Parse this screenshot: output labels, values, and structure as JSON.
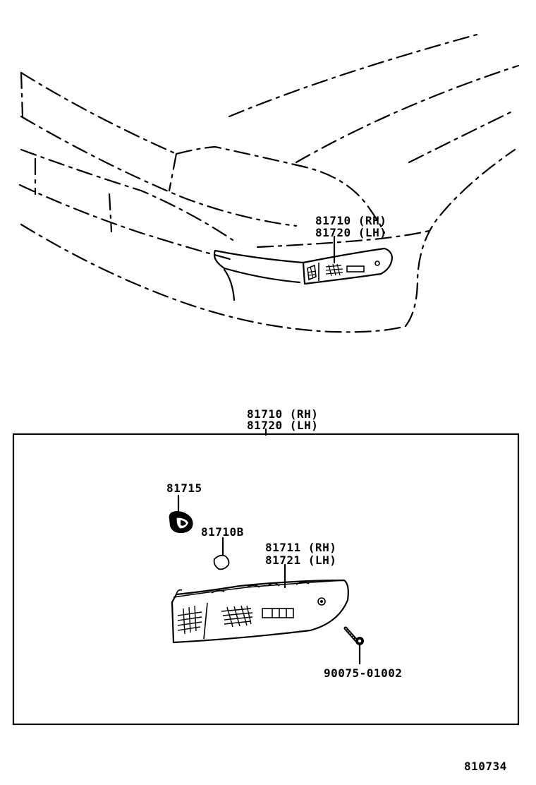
{
  "top_view": {
    "callout_rh": "81710 (RH)",
    "callout_lh": "81720 (LH)"
  },
  "assembly": {
    "header_rh": "81710 (RH)",
    "header_lh": "81720 (LH)",
    "parts": {
      "socket": "81715",
      "bulb": "81710B",
      "lens_rh": "81711 (RH)",
      "lens_lh": "81721 (LH)",
      "screw": "90075-01002"
    }
  },
  "figure_code": "810734"
}
